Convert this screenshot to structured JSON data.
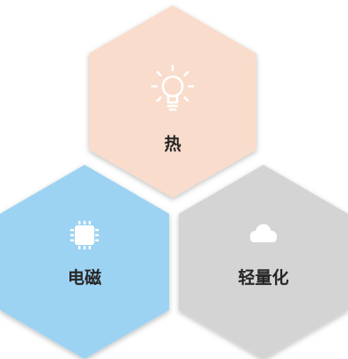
{
  "diagram": {
    "colors": {
      "background": "#ffffff",
      "heat_fill": "#f9dccb",
      "electromagnetic_fill": "#9dd3f2",
      "lightweight_fill": "#d4d4d4",
      "icon": "#ffffff",
      "label": "#262626"
    },
    "hexagons": [
      {
        "id": "heat",
        "label": "热",
        "icon": "lightbulb-icon"
      },
      {
        "id": "electromagnetic",
        "label": "电磁",
        "icon": "chip-icon"
      },
      {
        "id": "lightweight",
        "label": "轻量化",
        "icon": "cloud-icon"
      }
    ]
  }
}
